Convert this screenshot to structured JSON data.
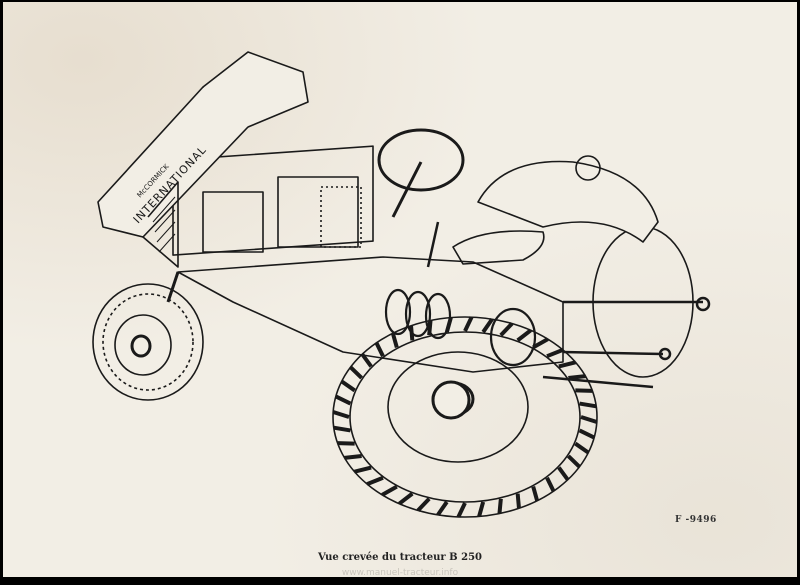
{
  "figure": {
    "reference": "F -9496",
    "caption": "Vue crevée du tracteur B 250",
    "hood_lettering": [
      "McCORMICK",
      "INTERNATIONAL"
    ]
  },
  "watermark": "www.manuel-tracteur.info",
  "colors": {
    "paper": "#f2eee5",
    "ink": "#1a1a1a",
    "frame": "#000000"
  }
}
